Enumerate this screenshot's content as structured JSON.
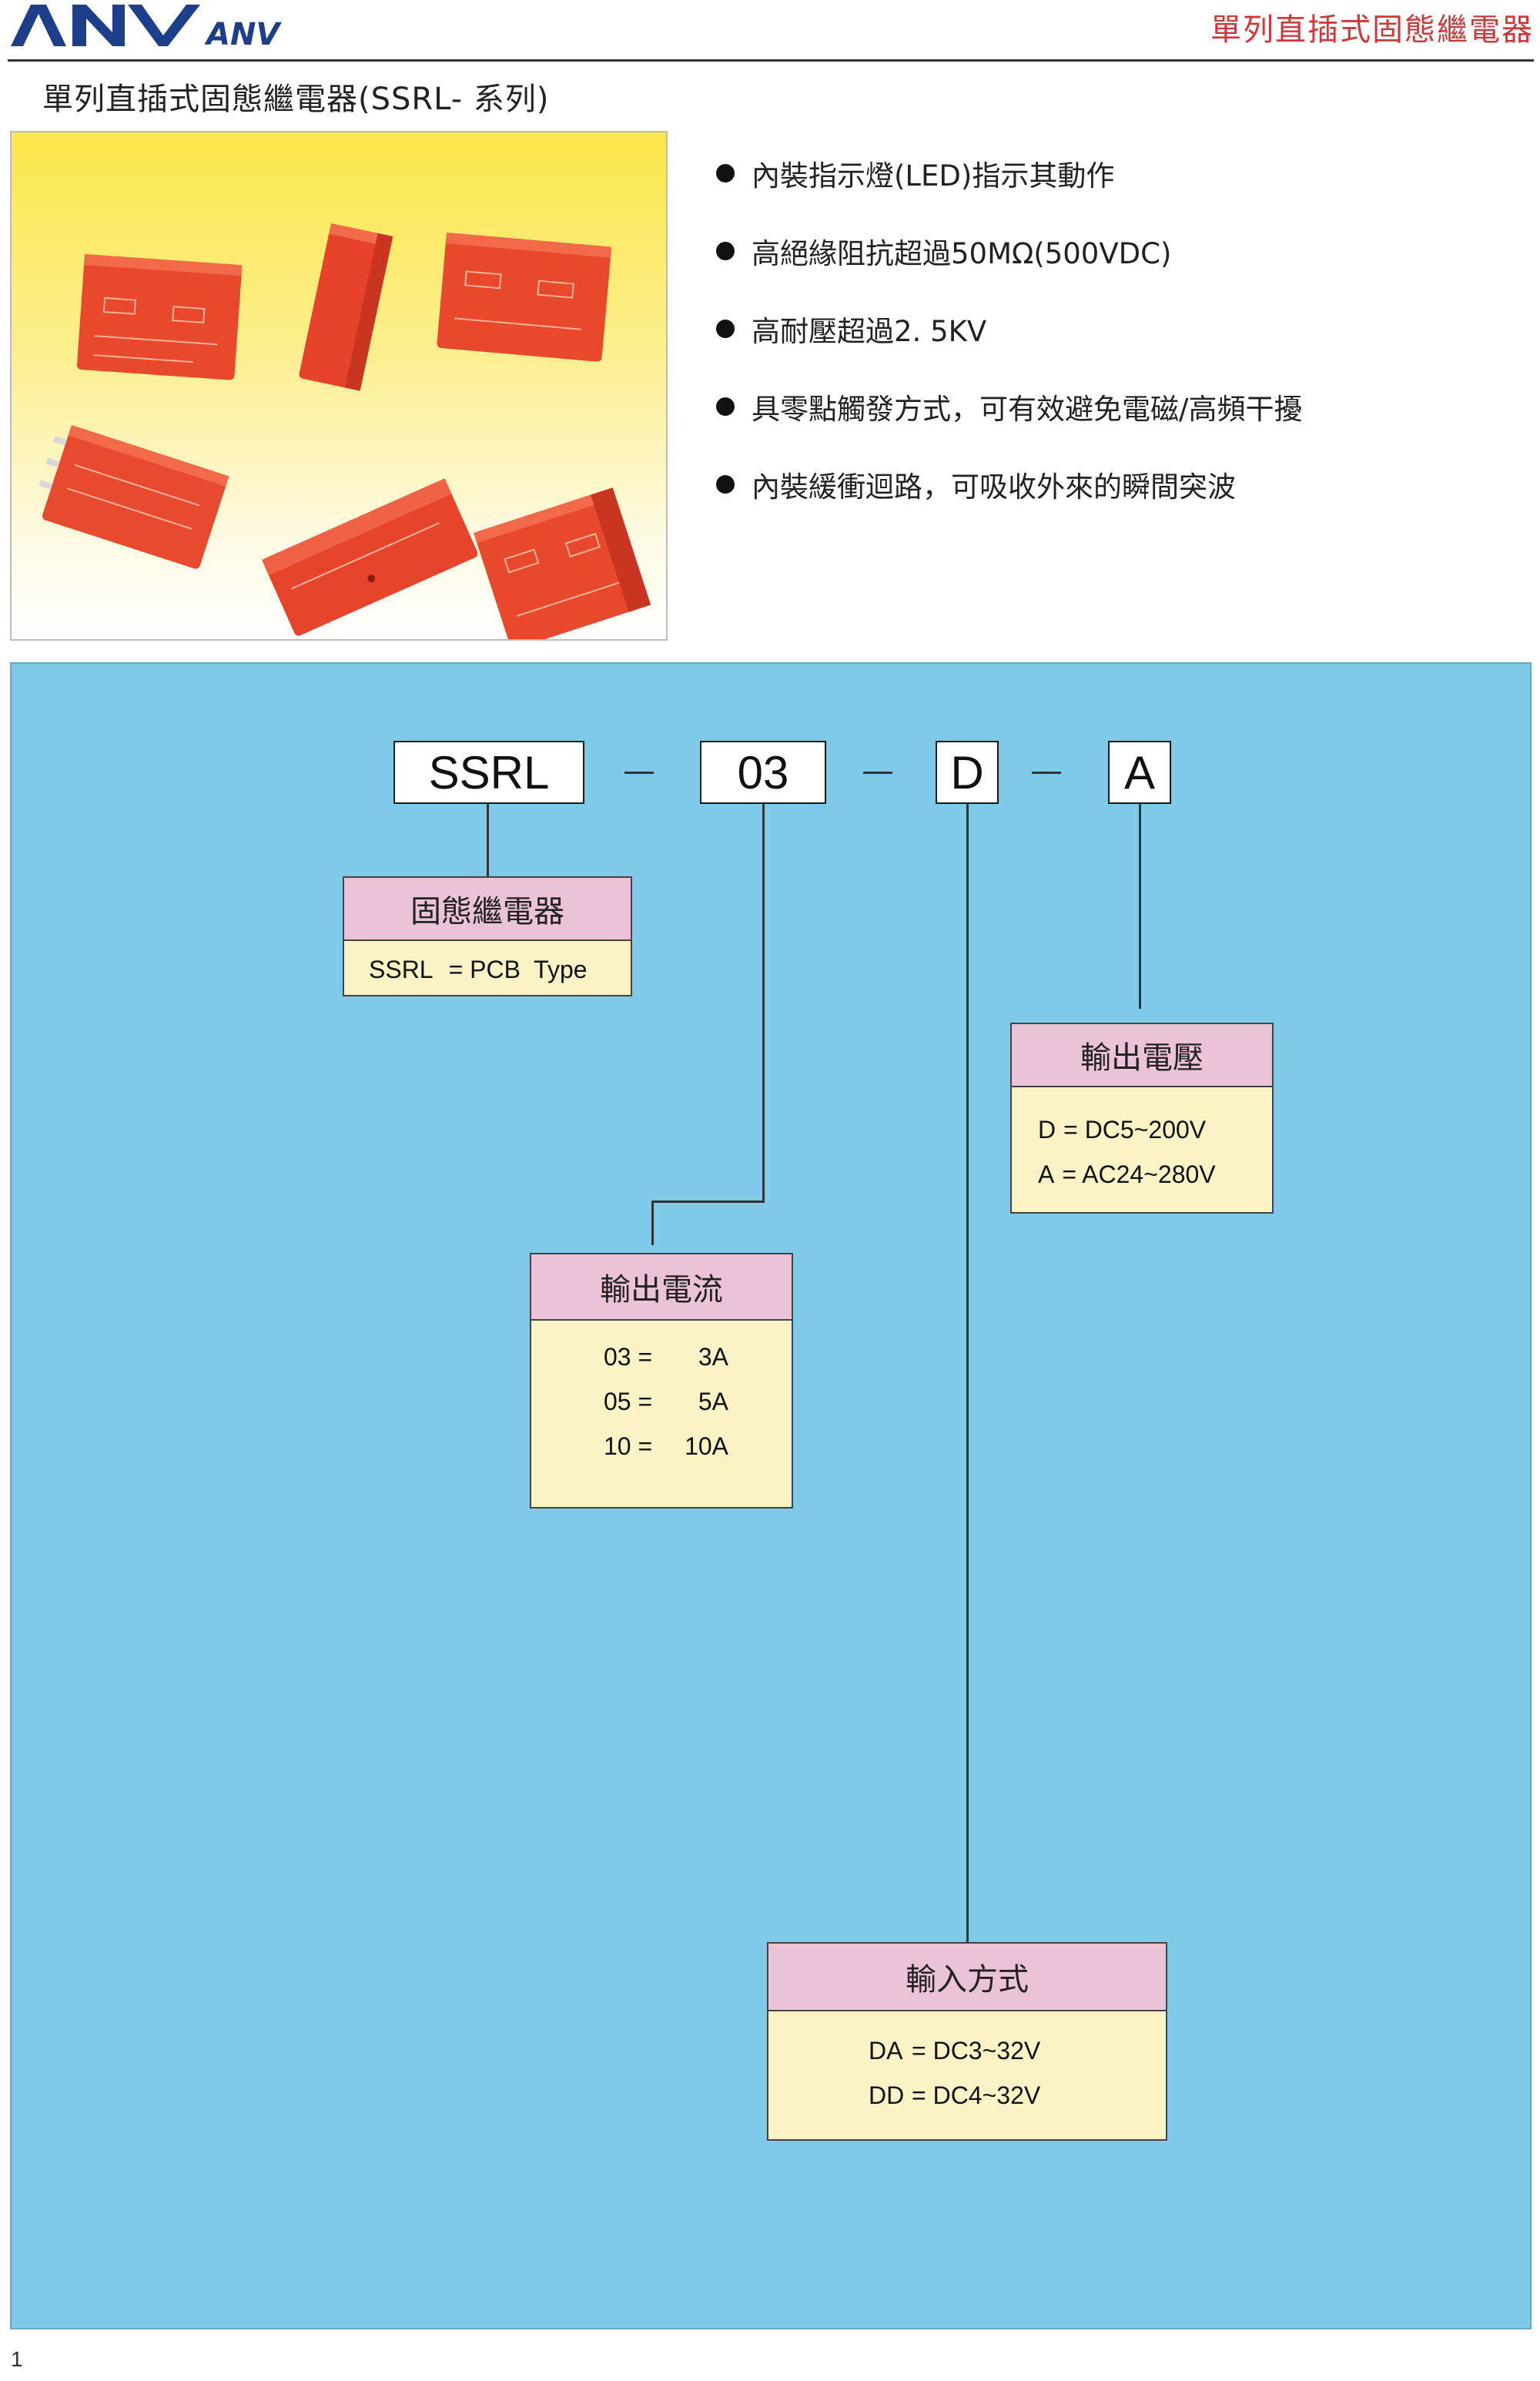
{
  "header": {
    "logo_text": "ANV",
    "logo_subtext": "ANV",
    "title": "單列直插式固態繼電器"
  },
  "page_title": "單列直插式固態繼電器(SSRL- 系列)",
  "colors": {
    "header_title": "#d0373a",
    "diagram_bg": "#7ecae8",
    "box_header": "#ebc3d9",
    "box_body": "#fbf3c6",
    "relay": "#e9462a"
  },
  "features": [
    "內裝指示燈(LED)指示其動作",
    "高絕緣阻抗超過50MΩ(500VDC)",
    "高耐壓超過2. 5KV",
    "具零點觸發方式，可有效避免電磁/高頻干擾",
    "內裝緩衝迴路，可吸收外來的瞬間突波"
  ],
  "model_code": {
    "parts": [
      "SSRL",
      "03",
      "D",
      "A"
    ]
  },
  "boxes": {
    "type": {
      "title": "固態繼電器",
      "rows": [
        {
          "key": "SSRL",
          "value": "= PCB  Type"
        }
      ]
    },
    "output_voltage": {
      "title": "輸出電壓",
      "rows": [
        {
          "key": "D",
          "value": "= DC5~200V"
        },
        {
          "key": "A",
          "value": "= AC24~280V"
        }
      ]
    },
    "output_current": {
      "title": "輸出電流",
      "rows": [
        {
          "key": "03 =",
          "value": "3A"
        },
        {
          "key": "05 =",
          "value": "5A"
        },
        {
          "key": "10 =",
          "value": "10A"
        }
      ]
    },
    "input_mode": {
      "title": "輸入方式",
      "rows": [
        {
          "key": "DA",
          "value": "= DC3~32V"
        },
        {
          "key": "DD",
          "value": "= DC4~32V"
        }
      ]
    }
  },
  "page_number": "1"
}
